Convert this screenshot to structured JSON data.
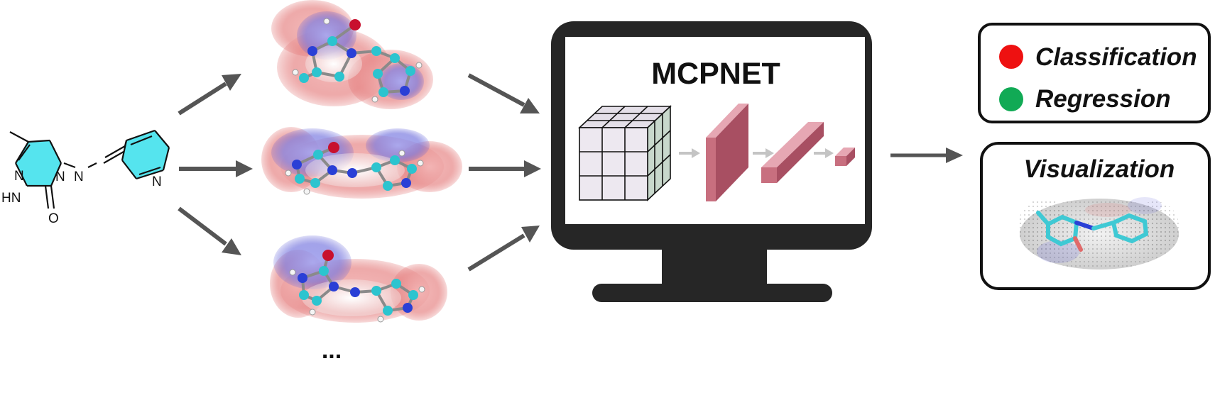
{
  "molecule": {
    "atoms": [
      "N",
      "HN",
      "O",
      "N",
      "N",
      "N"
    ]
  },
  "conformers": {
    "more": "..."
  },
  "model": {
    "name": "MCPNET"
  },
  "outputs": {
    "tasks": [
      {
        "label": "Classification",
        "color": "#ee1111"
      },
      {
        "label": "Regression",
        "color": "#11aa55"
      }
    ],
    "visualization": "Visualization"
  },
  "colors": {
    "arrow": "#555555",
    "monitor": "#262626",
    "screen": "#ffffff",
    "ring": "#55e4ee",
    "cube_face": "#ede8f0",
    "cube_side": "#c8d8cc",
    "feature_map": "#c86f7f",
    "small_arrow": "#c4c4c4",
    "esp_positive": "#e05a5a",
    "esp_negative": "#5a5ad8"
  }
}
